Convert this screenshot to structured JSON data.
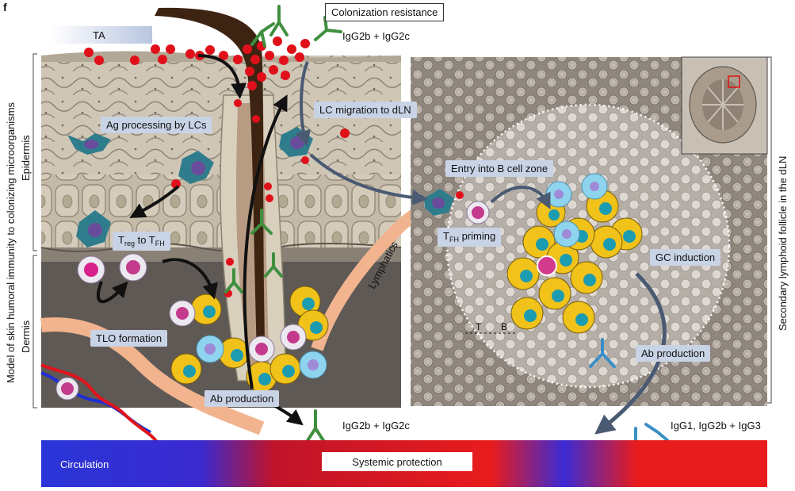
{
  "panel_letter": "f",
  "labels": {
    "top_left_tag": "TA",
    "colonization_resistance": "Colonization resistance",
    "igg_top": "IgG2b + IgG2c",
    "ag_processing": "Ag processing by LCs",
    "lc_migration": "LC migration to dLN",
    "treg_base": "T",
    "treg_sub": "reg",
    "treg_mid": " to T",
    "tfh_sub": "FH",
    "lymphatics": "Lymphatics",
    "entry_b_cell": "Entry into B cell zone",
    "tfh_priming_base": "T",
    "tfh_priming_sub": "FH",
    "tfh_priming_rest": " priming",
    "gc_induction": "GC induction",
    "tlo_formation": "TLO formation",
    "ab_production_left": "Ab production",
    "ab_production_right": "Ab production",
    "t_zone": "T",
    "b_zone": "B",
    "igg_bottom_middle": "IgG2b + IgG2c",
    "igg_bottom_right": "IgG1, IgG2b + IgG3",
    "circulation": "Circulation",
    "systemic_protection": "Systemic protection"
  },
  "side_labels": {
    "model": "Model of skin humoral immunity to colonizing microorganisms",
    "epidermis": "Epidermis",
    "dermis": "Dermis",
    "secondary_lymphoid": "Secondary lymphoid follicle in the dLN"
  },
  "colors": {
    "label_box": "#c9d3e6",
    "bacteria": "#e0101a",
    "circulation_left": "#2a36d8",
    "circulation_right": "#e81c1c",
    "hair": "#3d2412",
    "dermis": "#5f5955",
    "epidermis": "#c9bfae",
    "lymph_node": "#9e958c",
    "b_cell": "#f0c21a",
    "t_cell": "#d23a8c",
    "lc_cell": "#2f7d8c",
    "fdc_cell": "#8fd4ef",
    "arrow_dark": "#111111",
    "arrow_slate": "#4a5a72",
    "antibody_green": "#3f8f3f",
    "antibody_blue": "#3a8fc4"
  }
}
